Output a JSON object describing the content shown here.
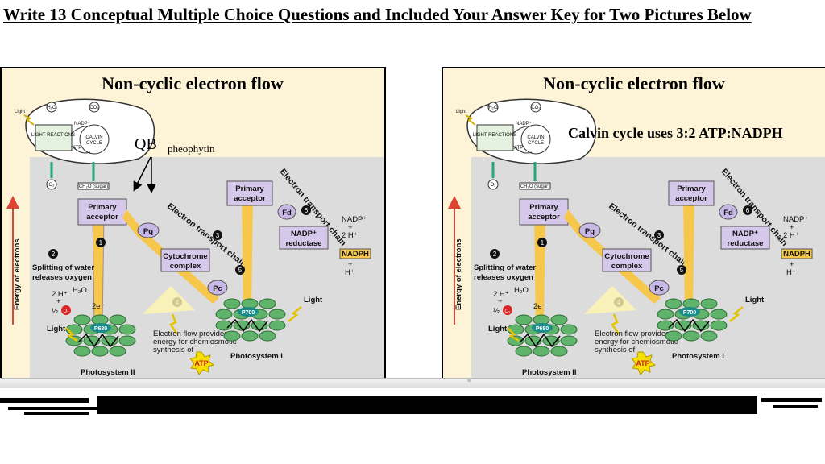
{
  "heading": "Write 13 Conceptual Multiple Choice Questions and Included Your Answer Key for Two Pictures Below",
  "panels": [
    {
      "title": "Non-cyclic electron flow",
      "callout": "QB",
      "callout_sub": "pheophytin"
    },
    {
      "title": "Non-cyclic electron flow",
      "callout": "Calvin cycle uses 3:2 ATP:NADPH"
    }
  ],
  "labels": {
    "light": "Light",
    "h2o": "H₂O",
    "co2": "CO₂",
    "o2": "O₂",
    "sugar": "CH₂O (sugar)",
    "light_reactions": "LIGHT REACTIONS",
    "calvin_cycle_1": "CALVIN",
    "calvin_cycle_2": "CYCLE",
    "nadp": "NADP⁺",
    "adp": "ADP",
    "atp": "ATP",
    "nadph": "NADPH",
    "primary": "Primary",
    "acceptor": "acceptor",
    "pq": "Pq",
    "cyto1": "Cytochrome",
    "cyto2": "complex",
    "pc": "Pc",
    "fd": "Fd",
    "nadp_red1": "NADP⁺",
    "nadp_red2": "reductase",
    "etc1": "Electron transport chain",
    "etc2": "Electron transport chain",
    "energy_axis": "Energy of electrons",
    "split1": "Splitting of water",
    "split2": "releases oxygen",
    "two_h": "2 H⁺",
    "plus": "+",
    "half_o2": "½",
    "o2_ball": "O₂",
    "e2": "2e⁻",
    "p680": "P680",
    "p700": "P700",
    "ps2": "Photosystem II",
    "ps1": "Photosystem I",
    "flow1": "Electron flow provides",
    "flow2": "energy for chemiosmotic",
    "flow3": "synthesis of",
    "hplus": "H⁺",
    "n1": "1",
    "n2": "2",
    "n3": "3",
    "n4": "4",
    "n5": "5",
    "n6": "6"
  }
}
